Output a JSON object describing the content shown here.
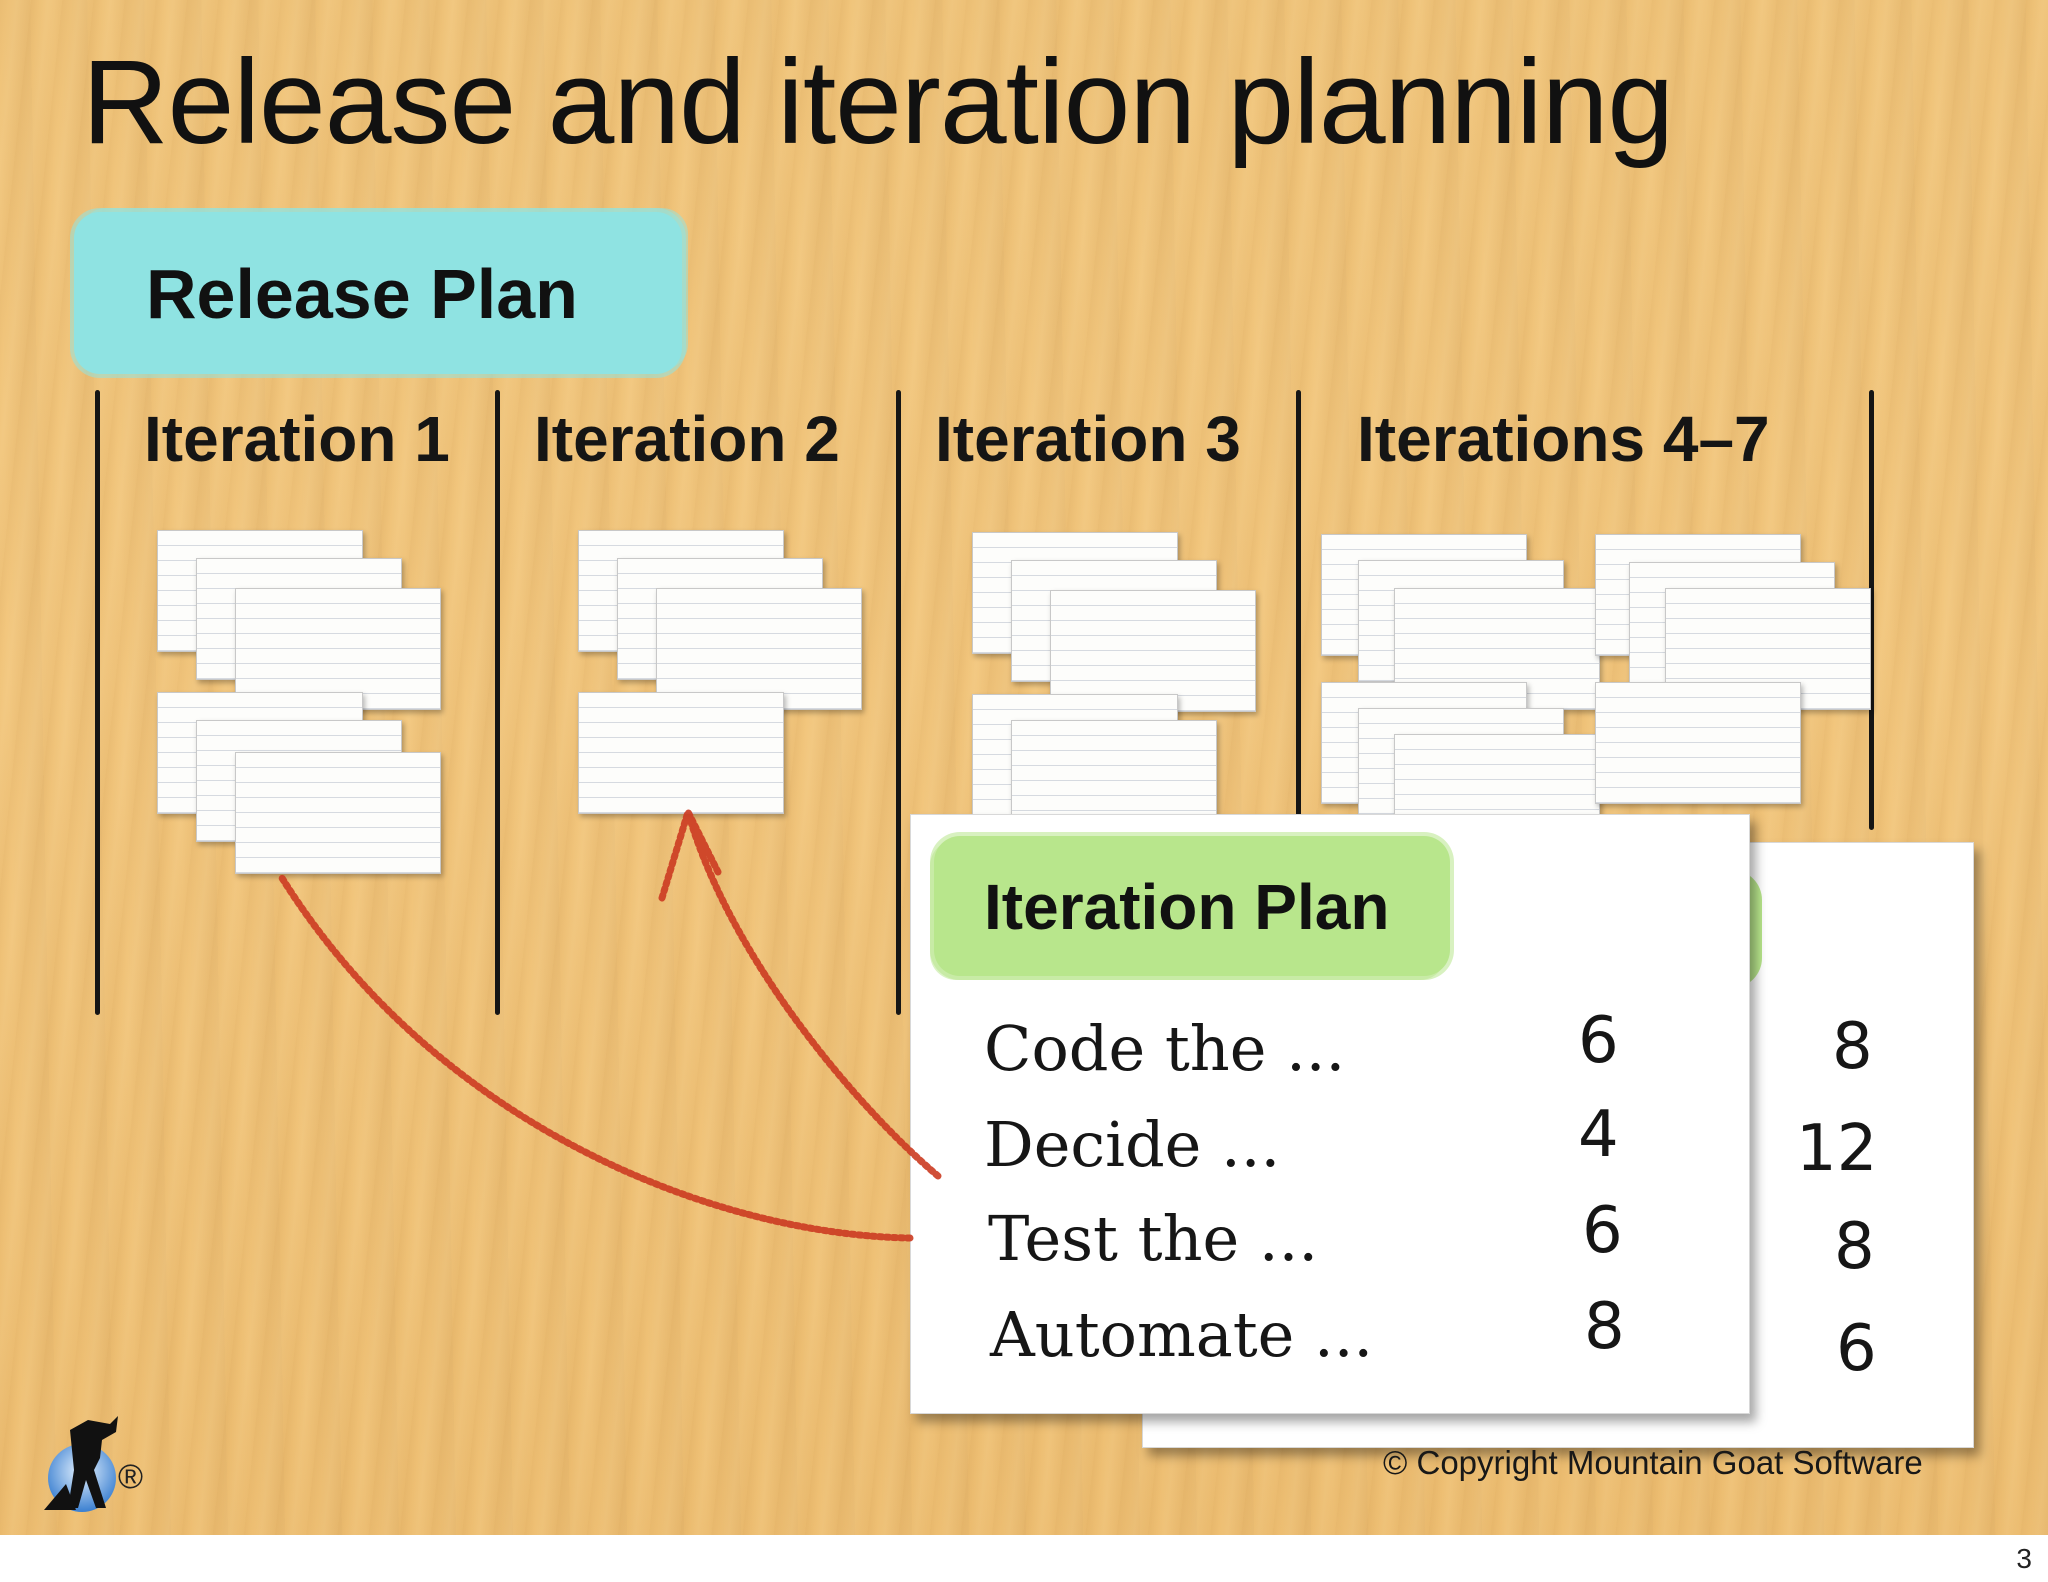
{
  "title": "Release and iteration planning",
  "release_plan": {
    "label": "Release Plan",
    "iterations": [
      "Iteration 1",
      "Iteration 2",
      "Iteration 3",
      "Iterations 4–7"
    ]
  },
  "iteration_plan": {
    "label": "Iteration Plan",
    "tasks": [
      {
        "name": "Code the ...",
        "hours": "6"
      },
      {
        "name": "Decide ...",
        "hours": "4"
      },
      {
        "name": "Test the ...",
        "hours": "6"
      },
      {
        "name": "Automate ...",
        "hours": "8"
      }
    ],
    "back_page_hours": [
      "8",
      "12",
      "8",
      "6"
    ]
  },
  "footer": {
    "copyright": "© Copyright Mountain Goat Software",
    "registered_mark": "®",
    "page_number": "3"
  },
  "colors": {
    "release_tag": "#8fe3e2",
    "iteration_tag": "#b8e68c",
    "arrow": "#cc3b22",
    "wood": "#f0c47a"
  },
  "icons": {
    "logo": "mountain-goat-logo-icon"
  }
}
